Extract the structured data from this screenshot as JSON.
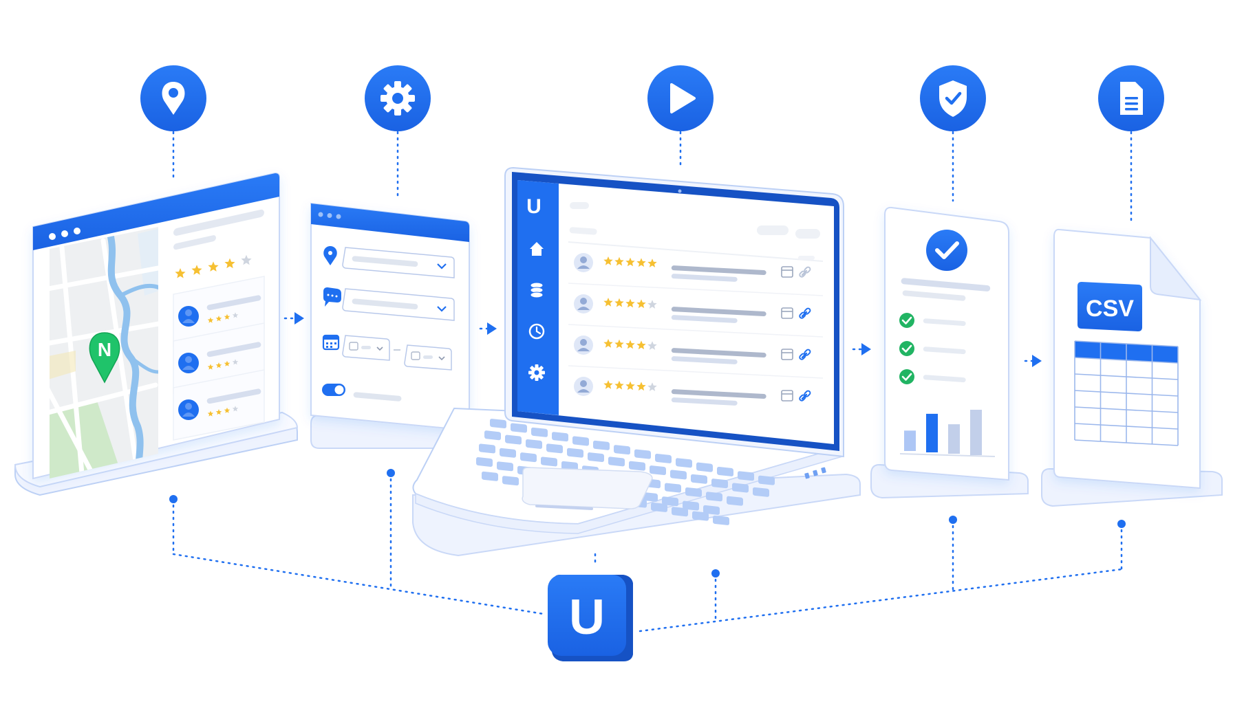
{
  "colors": {
    "primary": "#1f6ff0",
    "primary_dark": "#1652c4",
    "panel_border": "#c9d8f7",
    "panel_fill": "#f7f9ff",
    "muted_bar": "#d6deee",
    "muted_bar_dark": "#aeb8cc",
    "star": "#f6c032",
    "star_empty": "#cfd5df",
    "check_green": "#21b463",
    "pin_green": "#1fc36a",
    "map_water": "#8fc1ee",
    "map_land": "#eef0f2",
    "map_park": "#cfe9c9"
  },
  "steps": [
    {
      "icon": "location-pin-icon"
    },
    {
      "icon": "gear-icon"
    },
    {
      "icon": "play-icon"
    },
    {
      "icon": "shield-check-icon"
    },
    {
      "icon": "document-icon"
    }
  ],
  "map_panel": {
    "pin_label": "N",
    "top_rating": 4,
    "reviews": [
      {
        "rating": 3
      },
      {
        "rating": 3
      },
      {
        "rating": 3
      }
    ]
  },
  "laptop": {
    "app_logo": "U",
    "sidebar_icons": [
      "home-icon",
      "database-icon",
      "clock-icon",
      "gear-icon"
    ],
    "rows": [
      {
        "rating": 5
      },
      {
        "rating": 4
      },
      {
        "rating": 4
      },
      {
        "rating": 4
      }
    ]
  },
  "validation": {
    "checks": 3,
    "bars": [
      0.45,
      0.85,
      0.65,
      1.0
    ]
  },
  "export": {
    "badge": "CSV",
    "columns": 4,
    "rows": 6
  },
  "hub": {
    "logo": "U"
  }
}
